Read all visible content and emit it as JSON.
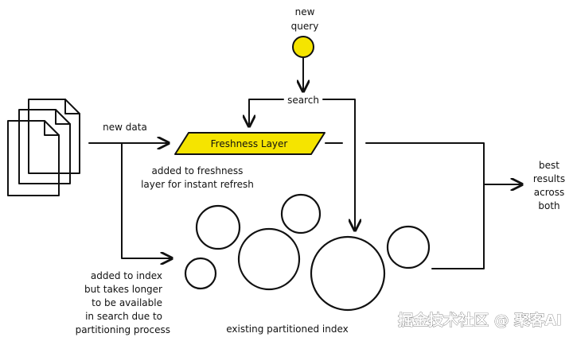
{
  "diagram": {
    "new_query_lines": [
      "new",
      "query"
    ],
    "search_label": "search",
    "new_data_label": "new data",
    "freshness_layer_label": "Freshness Layer",
    "freshness_note_lines": [
      "added to freshness",
      "layer for instant refresh"
    ],
    "index_note_lines": [
      "added to index",
      "but takes longer",
      "to be available",
      "in search due to",
      "partitioning process"
    ],
    "existing_index_label": "existing partitioned index",
    "best_results_lines": [
      "best",
      "results",
      "across",
      "both"
    ],
    "colors": {
      "query_dot": "#f5e400",
      "freshness_layer_fill": "#f5e400",
      "stroke": "#111111"
    },
    "icons": [
      "document-stack-icon",
      "query-dot-icon"
    ]
  },
  "watermark": {
    "text": "掘金技术社区 @ 聚客AI"
  }
}
